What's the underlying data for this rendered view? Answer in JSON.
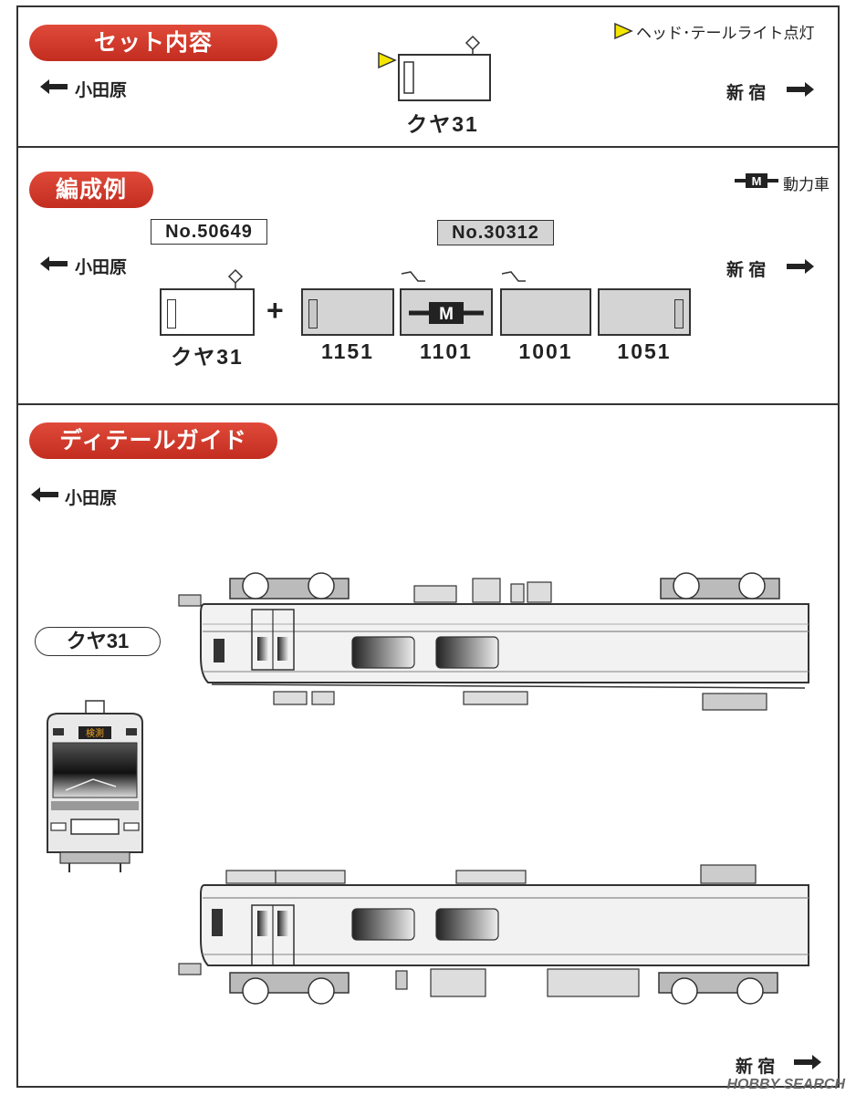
{
  "sections": {
    "set_contents": "セット内容",
    "formation_example": "編成例",
    "detail_guide": "ディテールガイド"
  },
  "legend": {
    "headlight": "ヘッド･テールライト点灯",
    "motor_car": "動力車",
    "motor_symbol": "M"
  },
  "directions": {
    "odawara": "小田原",
    "shinjuku": "新 宿"
  },
  "set": {
    "car_label": "クヤ31"
  },
  "formation": {
    "product_a": "No.50649",
    "product_b": "No.30312",
    "plus": "+",
    "cars": [
      "クヤ31",
      "1151",
      "1101",
      "1001",
      "1051"
    ]
  },
  "detail": {
    "car_label": "クヤ31",
    "front_destination": "検測"
  },
  "watermark": "HOBBY SEARCH",
  "colors": {
    "section_red": "#d23a2c",
    "headlight_yellow": "#f5e600",
    "car_gray": "#d4d4d4"
  }
}
